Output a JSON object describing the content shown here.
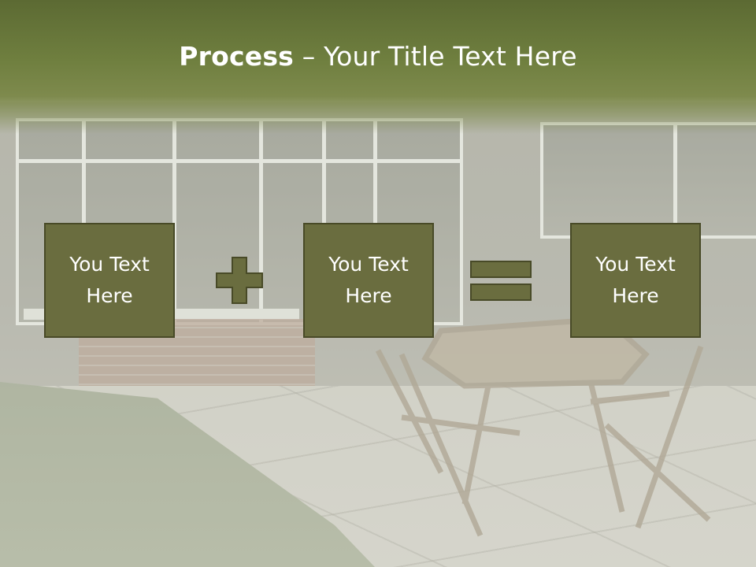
{
  "slide": {
    "title_bold": "Process",
    "title_rest": " – Your Title Text Here",
    "boxes": [
      {
        "label": "You Text\nHere"
      },
      {
        "label": "You Text\nHere"
      },
      {
        "label": "You Text\nHere"
      }
    ],
    "operators": [
      "plus-icon",
      "equals-icon"
    ]
  },
  "colors": {
    "header": "#6f7f3f",
    "box_fill": "#6a6d3f",
    "box_border": "#484a27",
    "text": "#ffffff"
  }
}
